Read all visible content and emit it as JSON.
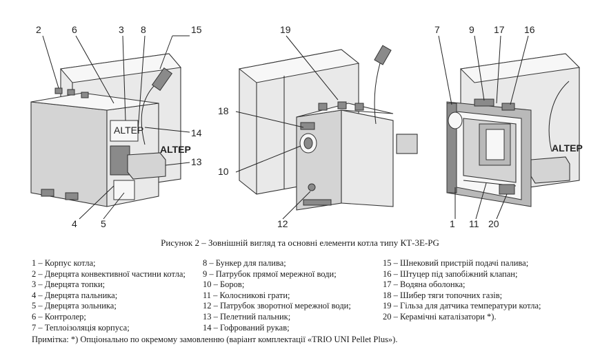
{
  "figure": {
    "callouts_left": [
      "2",
      "6",
      "3",
      "8",
      "15",
      "14",
      "13",
      "4",
      "5"
    ],
    "callouts_middle": [
      "19",
      "18",
      "10",
      "12"
    ],
    "callouts_right": [
      "7",
      "9",
      "17",
      "16",
      "1",
      "11",
      "20"
    ],
    "logo_text": "ALTEP"
  },
  "caption": "Рисунок 2 – Зовнішній вигляд та основні елементи котла типу КТ-3Е-PG",
  "legend": {
    "col1": [
      "1 – Корпус котла;",
      "2 – Дверцята конвективної частини котла;",
      "3 – Дверцята топки;",
      "4 – Дверцята пальника;",
      "5 – Дверцята зольника;",
      "6 – Контролер;",
      "7 – Теплоізоляція корпуса;"
    ],
    "col2": [
      "8 – Бункер для палива;",
      "9 – Патрубок прямої мережної води;",
      "10 – Боров;",
      "11 – Колосникові грати;",
      "12 – Патрубок зворотної мережної води;",
      "13 – Пелетний пальник;",
      "14 – Гофрований рукав;"
    ],
    "col3": [
      "15 – Шнековий пристрій подачі палива;",
      "16 – Штуцер під запобіжний клапан;",
      "17 – Водяна оболонка;",
      "18 – Шибер тяги топочних газів;",
      "19 – Гільза для датчика температури котла;",
      "20 – Керамічні каталізатори *)."
    ]
  },
  "note": "Примітка: *) Опціонально по окремому замовленню (варіант комплектації «TRIO UNI Pellet Plus»)."
}
